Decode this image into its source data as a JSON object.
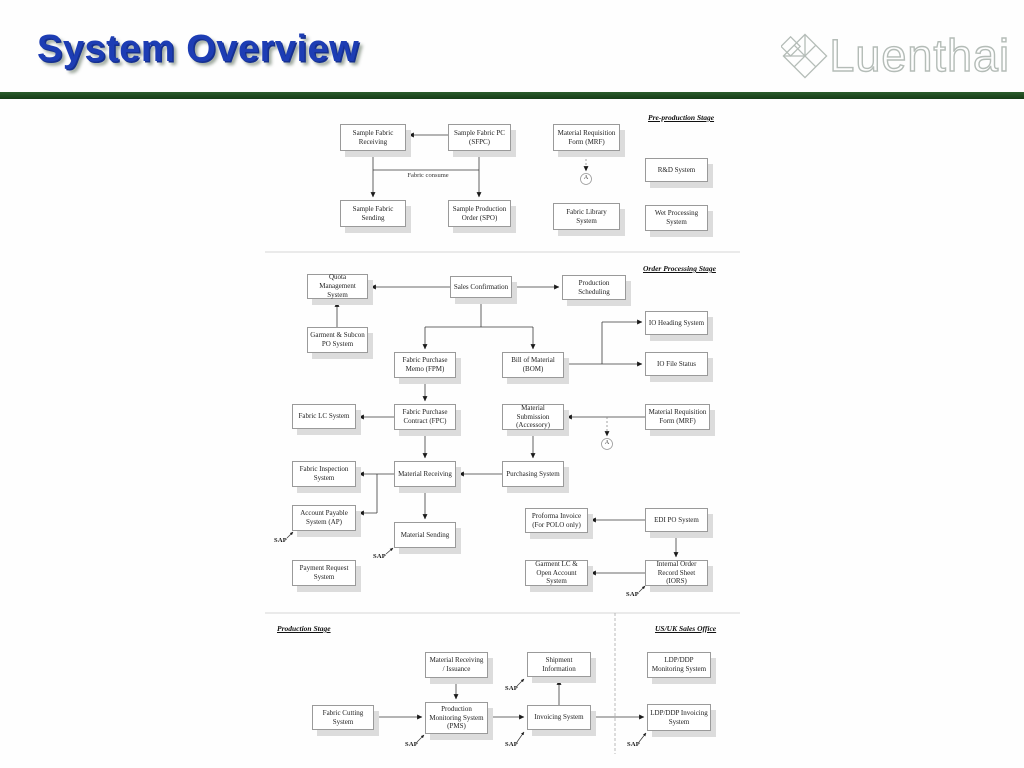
{
  "slide": {
    "title": "System Overview",
    "logo": {
      "text": "Luenthai"
    }
  },
  "stage_headings": {
    "pre_production": "Pre-production Stage",
    "order_processing": "Order Processing Stage",
    "production": "Production Stage",
    "us_uk_sales_office": "US/UK Sales Office"
  },
  "annotations": {
    "fabric_consume": "Fabric consume",
    "sap": "SAP",
    "connector_a": "A"
  },
  "colors": {
    "title_blue": "#1d3db4",
    "divider_green": "#1b4a1b",
    "logo_gray": "#b4bcb7",
    "box_shadow_gray": "#dcdcdc"
  },
  "nodes": {
    "sample_fabric_receiving": {
      "label": "Sample Fabric Receiving"
    },
    "sample_fabric_pc": {
      "label": "Sample Fabric PC (SFPC)"
    },
    "material_requisition_form_1": {
      "label": "Material Requisition Form (MRF)"
    },
    "sample_fabric_sending": {
      "label": "Sample Fabric Sending"
    },
    "sample_production_order": {
      "label": "Sample Production Order (SPO)"
    },
    "fabric_library_system": {
      "label": "Fabric Library System"
    },
    "rnd_system": {
      "label": "R&D System"
    },
    "wet_processing_system": {
      "label": "Wet Processing System"
    },
    "quota_management_system": {
      "label": "Quota Management System"
    },
    "sales_confirmation": {
      "label": "Sales Confirmation"
    },
    "production_scheduling": {
      "label": "Production Scheduling"
    },
    "garment_subcon_po_system": {
      "label": "Garment & Subcon PO System"
    },
    "fabric_purchase_memo": {
      "label": "Fabric Purchase Memo (FPM)"
    },
    "bill_of_material": {
      "label": "Bill of Material (BOM)"
    },
    "io_heading_system": {
      "label": "IO Heading System"
    },
    "io_file_status": {
      "label": "IO File Status"
    },
    "fabric_lc_system": {
      "label": "Fabric LC System"
    },
    "fabric_purchase_contract": {
      "label": "Fabric Purchase Contract (FPC)"
    },
    "material_submission": {
      "label": "Material Submission (Accessory)"
    },
    "material_requisition_form_2": {
      "label": "Material Requisition Form (MRF)"
    },
    "fabric_inspection_system": {
      "label": "Fabric Inspection System"
    },
    "material_receiving": {
      "label": "Material Receiving"
    },
    "purchasing_system": {
      "label": "Purchasing System"
    },
    "account_payable_system": {
      "label": "Account Payable System (AP)"
    },
    "material_sending": {
      "label": "Material Sending"
    },
    "payment_request_system": {
      "label": "Payment Request System"
    },
    "proforma_invoice": {
      "label": "Proforma Invoice (For POLO only)"
    },
    "garment_lc_open_account": {
      "label": "Garment LC & Open Account System"
    },
    "edi_po_system": {
      "label": "EDI PO System"
    },
    "internal_order_record_sheet": {
      "label": "Internal Order Record Sheet (IORS)"
    },
    "material_receiving_issuance": {
      "label": "Material Receiving / Issuance"
    },
    "shipment_information": {
      "label": "Shipment Information"
    },
    "fabric_cutting_system": {
      "label": "Fabric Cutting System"
    },
    "production_monitoring_system": {
      "label": "Production Monitoring System (PMS)"
    },
    "invoicing_system": {
      "label": "Invoicing System"
    },
    "ldp_ddp_monitoring_system": {
      "label": "LDP/DDP Monitoring System"
    },
    "ldp_ddp_invoicing_system": {
      "label": "LDP/DDP Invoicing System"
    }
  }
}
